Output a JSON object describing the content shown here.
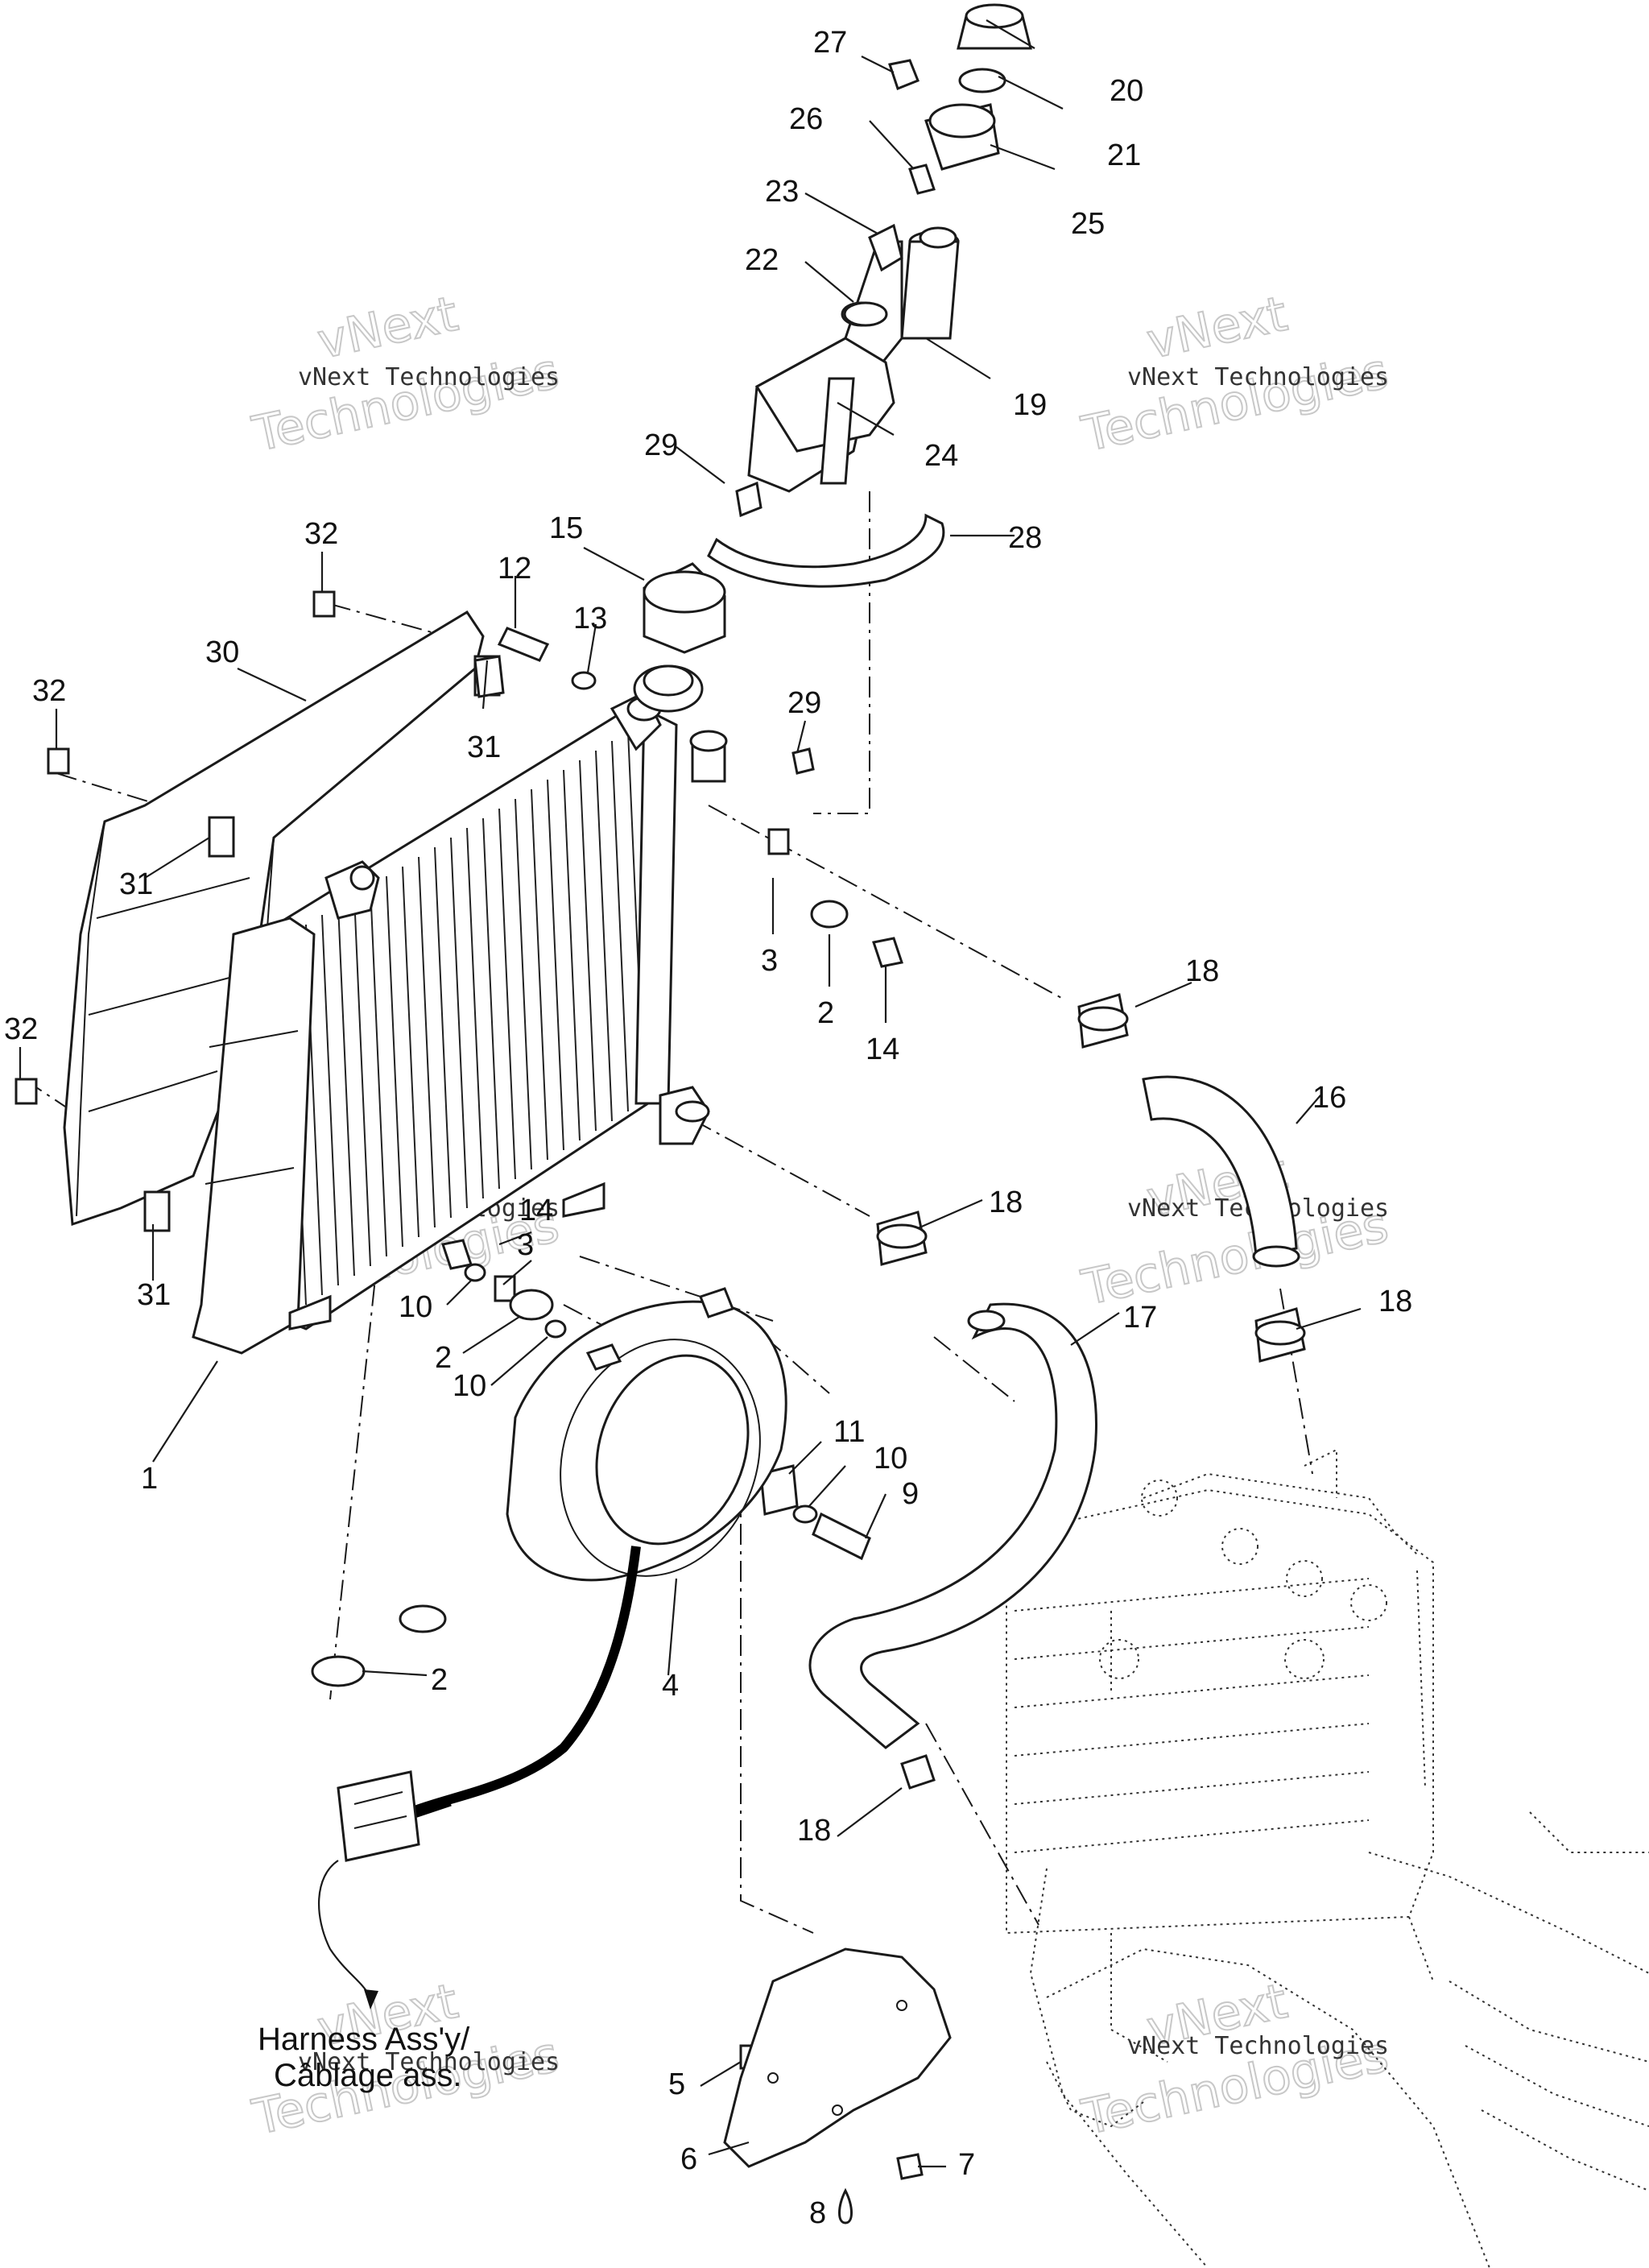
{
  "diagram": {
    "callouts": [
      {
        "id": "c1",
        "label": "1"
      },
      {
        "id": "c2a",
        "label": "2"
      },
      {
        "id": "c2b",
        "label": "2"
      },
      {
        "id": "c2c",
        "label": "2"
      },
      {
        "id": "c3a",
        "label": "3"
      },
      {
        "id": "c3b",
        "label": "3"
      },
      {
        "id": "c4",
        "label": "4"
      },
      {
        "id": "c5",
        "label": "5"
      },
      {
        "id": "c6",
        "label": "6"
      },
      {
        "id": "c7",
        "label": "7"
      },
      {
        "id": "c8",
        "label": "8"
      },
      {
        "id": "c9",
        "label": "9"
      },
      {
        "id": "c10a",
        "label": "10"
      },
      {
        "id": "c10b",
        "label": "10"
      },
      {
        "id": "c10c",
        "label": "10"
      },
      {
        "id": "c11",
        "label": "11"
      },
      {
        "id": "c12",
        "label": "12"
      },
      {
        "id": "c13",
        "label": "13"
      },
      {
        "id": "c14a",
        "label": "14"
      },
      {
        "id": "c14b",
        "label": "14"
      },
      {
        "id": "c15",
        "label": "15"
      },
      {
        "id": "c16",
        "label": "16"
      },
      {
        "id": "c17",
        "label": "17"
      },
      {
        "id": "c18a",
        "label": "18"
      },
      {
        "id": "c18b",
        "label": "18"
      },
      {
        "id": "c18c",
        "label": "18"
      },
      {
        "id": "c18d",
        "label": "18"
      },
      {
        "id": "c19",
        "label": "19"
      },
      {
        "id": "c20",
        "label": "20"
      },
      {
        "id": "c21",
        "label": "21"
      },
      {
        "id": "c22",
        "label": "22"
      },
      {
        "id": "c23",
        "label": "23"
      },
      {
        "id": "c24",
        "label": "24"
      },
      {
        "id": "c25",
        "label": "25"
      },
      {
        "id": "c26",
        "label": "26"
      },
      {
        "id": "c27",
        "label": "27"
      },
      {
        "id": "c28",
        "label": "28"
      },
      {
        "id": "c29a",
        "label": "29"
      },
      {
        "id": "c29b",
        "label": "29"
      },
      {
        "id": "c30",
        "label": "30"
      },
      {
        "id": "c31a",
        "label": "31"
      },
      {
        "id": "c31b",
        "label": "31"
      },
      {
        "id": "c31c",
        "label": "31"
      },
      {
        "id": "c32a",
        "label": "32"
      },
      {
        "id": "c32b",
        "label": "32"
      },
      {
        "id": "c32c",
        "label": "32"
      }
    ],
    "harness_label": {
      "line1": "Harness Ass'y/",
      "line2": "Câblage ass."
    },
    "watermark": {
      "small": "vNext Technologies",
      "big_line1": "vNext",
      "big_line2": "Technologies"
    }
  }
}
